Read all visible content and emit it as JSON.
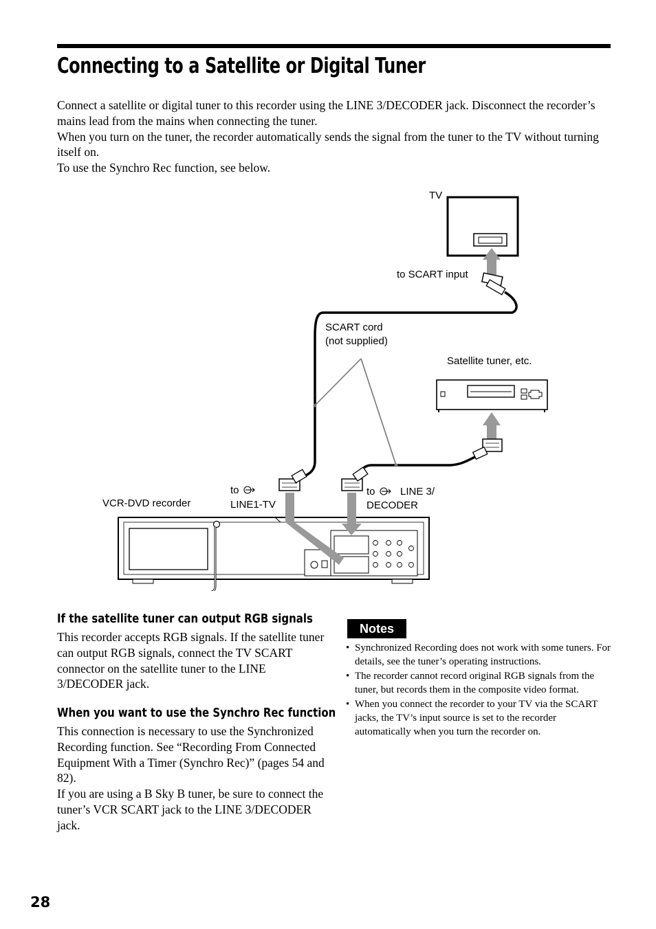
{
  "page": {
    "title": "Connecting to a Satellite or Digital Tuner",
    "intro": [
      "Connect a satellite or digital tuner to this recorder using the LINE 3/DECODER jack. Disconnect the recorder’s mains lead from the mains when connecting the tuner.",
      "When you turn on the tuner, the recorder automatically sends the signal from the tuner to the TV without turning itself on.",
      "To use the Synchro Rec function, see below."
    ],
    "page_number": "28"
  },
  "diagram": {
    "tv_label": "TV",
    "scart_input_label": "to SCART input",
    "scart_cord_label_1": "SCART cord",
    "scart_cord_label_2": "(not supplied)",
    "tuner_label": "Satellite tuner, etc.",
    "recorder_label": "VCR-DVD recorder",
    "line1_to": "to",
    "line1_label": "LINE1-TV",
    "line3_to": "to",
    "line3_label_1": "LINE 3/",
    "line3_label_2": "DECODER"
  },
  "rgb_section": {
    "heading": "If the satellite tuner can output RGB signals",
    "text": "This recorder accepts RGB signals. If the satellite tuner can output RGB signals, connect the TV SCART connector on the satellite tuner to the LINE 3/DECODER jack."
  },
  "synchro_section": {
    "heading": "When you want to use the Synchro Rec function",
    "text_1": "This connection is necessary to use the Synchronized Recording function. See “Recording From Connected Equipment With a Timer (Synchro Rec)” (pages 54 and 82).",
    "text_2": "If you are using a B Sky B tuner, be sure to connect the tuner’s VCR SCART jack to the LINE 3/DECODER jack."
  },
  "notes": {
    "badge": "Notes",
    "bullet": "•",
    "items": [
      "Synchronized Recording does not work with some tuners. For details, see the tuner’s operating instructions.",
      "The recorder cannot record original RGB signals from the tuner, but records them in the composite video format.",
      "When you connect the recorder to your TV via the SCART jacks, the TV’s input source is set to the recorder automatically when you turn the recorder on."
    ]
  }
}
